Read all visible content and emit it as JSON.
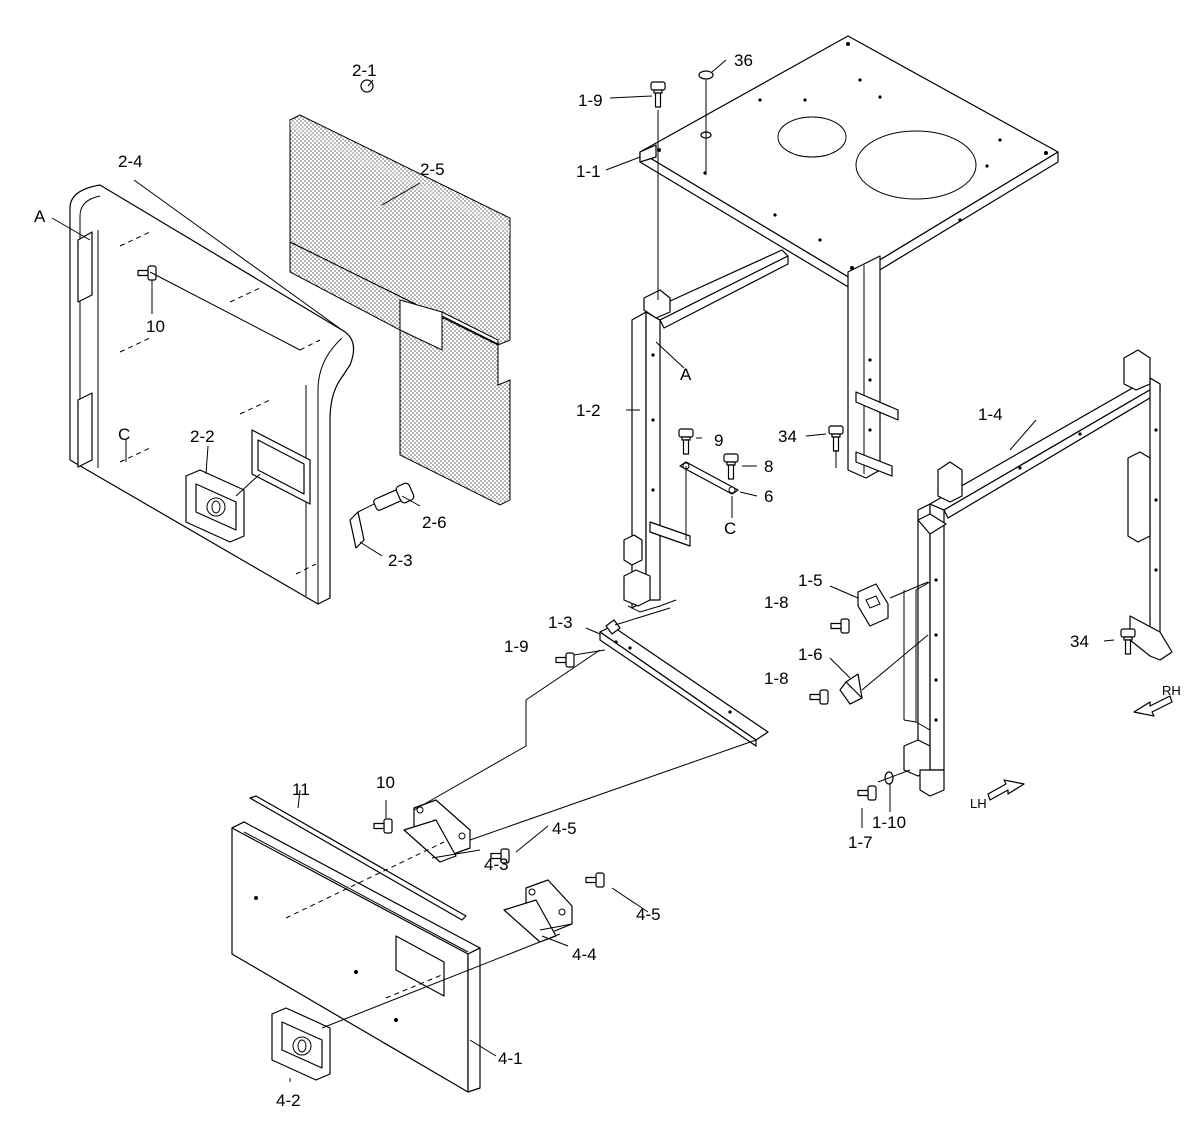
{
  "labels": {
    "p2_1": "2-1",
    "p2_4": "2-4",
    "p2_5": "2-5",
    "ref_a_left": "A",
    "p10_top": "10",
    "ref_c_left": "C",
    "p2_2": "2-2",
    "p2_6": "2-6",
    "p2_3": "2-3",
    "p1_9_top": "1-9",
    "p36": "36",
    "p1_1": "1-1",
    "ref_a_right": "A",
    "p1_2": "1-2",
    "p9": "9",
    "p8": "8",
    "p6": "6",
    "ref_c_right": "C",
    "p34_top": "34",
    "p1_4": "1-4",
    "p1_5": "1-5",
    "p1_8_top": "1-8",
    "p1_6": "1-6",
    "p1_8_bottom": "1-8",
    "p34_right": "34",
    "p1_3": "1-3",
    "p1_9_mid": "1-9",
    "p11": "11",
    "p10_bottom": "10",
    "p4_5_top": "4-5",
    "p4_3": "4-3",
    "p4_5_bottom": "4-5",
    "p4_4": "4-4",
    "p4_1": "4-1",
    "p4_2": "4-2",
    "p1_7": "1-7",
    "p1_10": "1-10"
  },
  "directions": {
    "rh": "RH",
    "lh": "LH"
  },
  "icons": {
    "direction": "hollow-arrow-icon",
    "fastener": "bolt-icon",
    "texture": "foam-pattern"
  }
}
